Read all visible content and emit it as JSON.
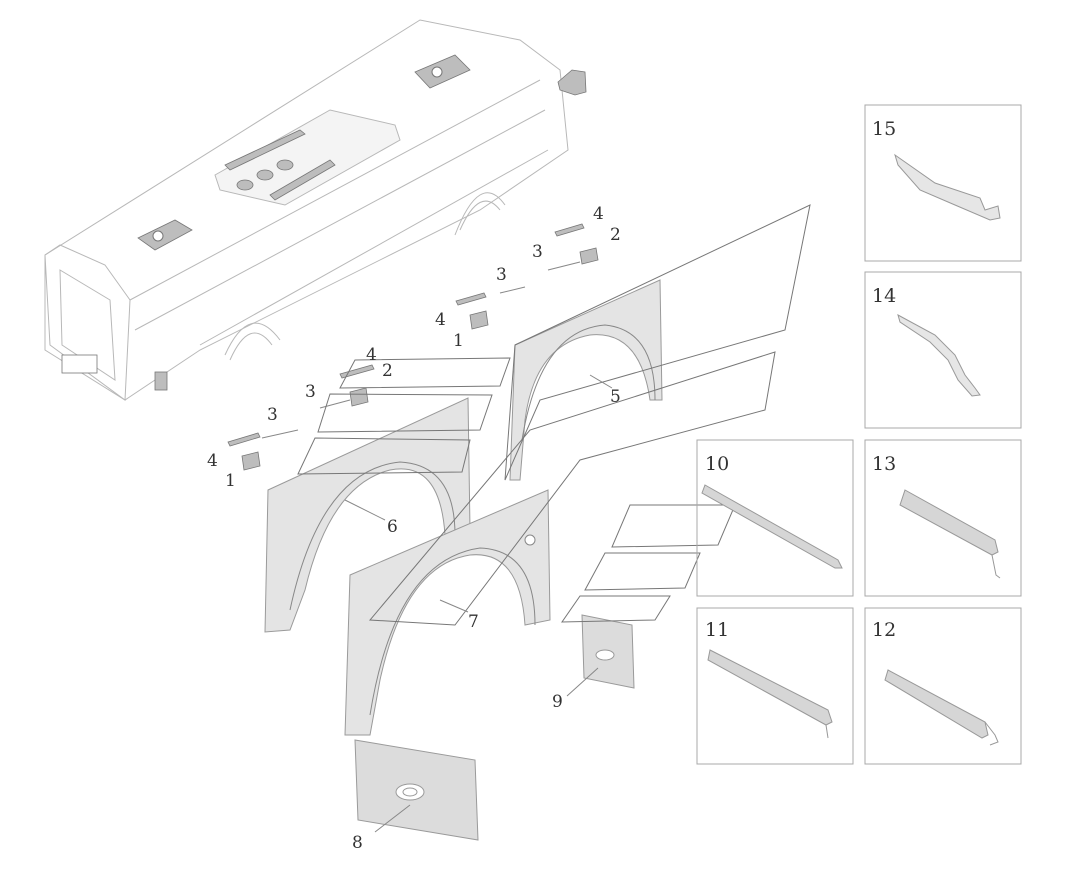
{
  "callouts": {
    "c1a": "1",
    "c2a": "2",
    "c3a": "3",
    "c3b": "3",
    "c4a": "4",
    "c4b": "4",
    "c1b": "1",
    "c2b": "2",
    "c3c": "3",
    "c3d": "3",
    "c4c": "4",
    "c4d": "4",
    "c5": "5",
    "c6": "6",
    "c7": "7",
    "c8": "8",
    "c9": "9"
  },
  "panels": {
    "p15": "15",
    "p14": "14",
    "p13": "13",
    "p10": "10",
    "p11": "11",
    "p12": "12"
  },
  "colors": {
    "line": "#888888",
    "part_fill": "#e4e4e4",
    "frame": "#a8a8a8"
  }
}
